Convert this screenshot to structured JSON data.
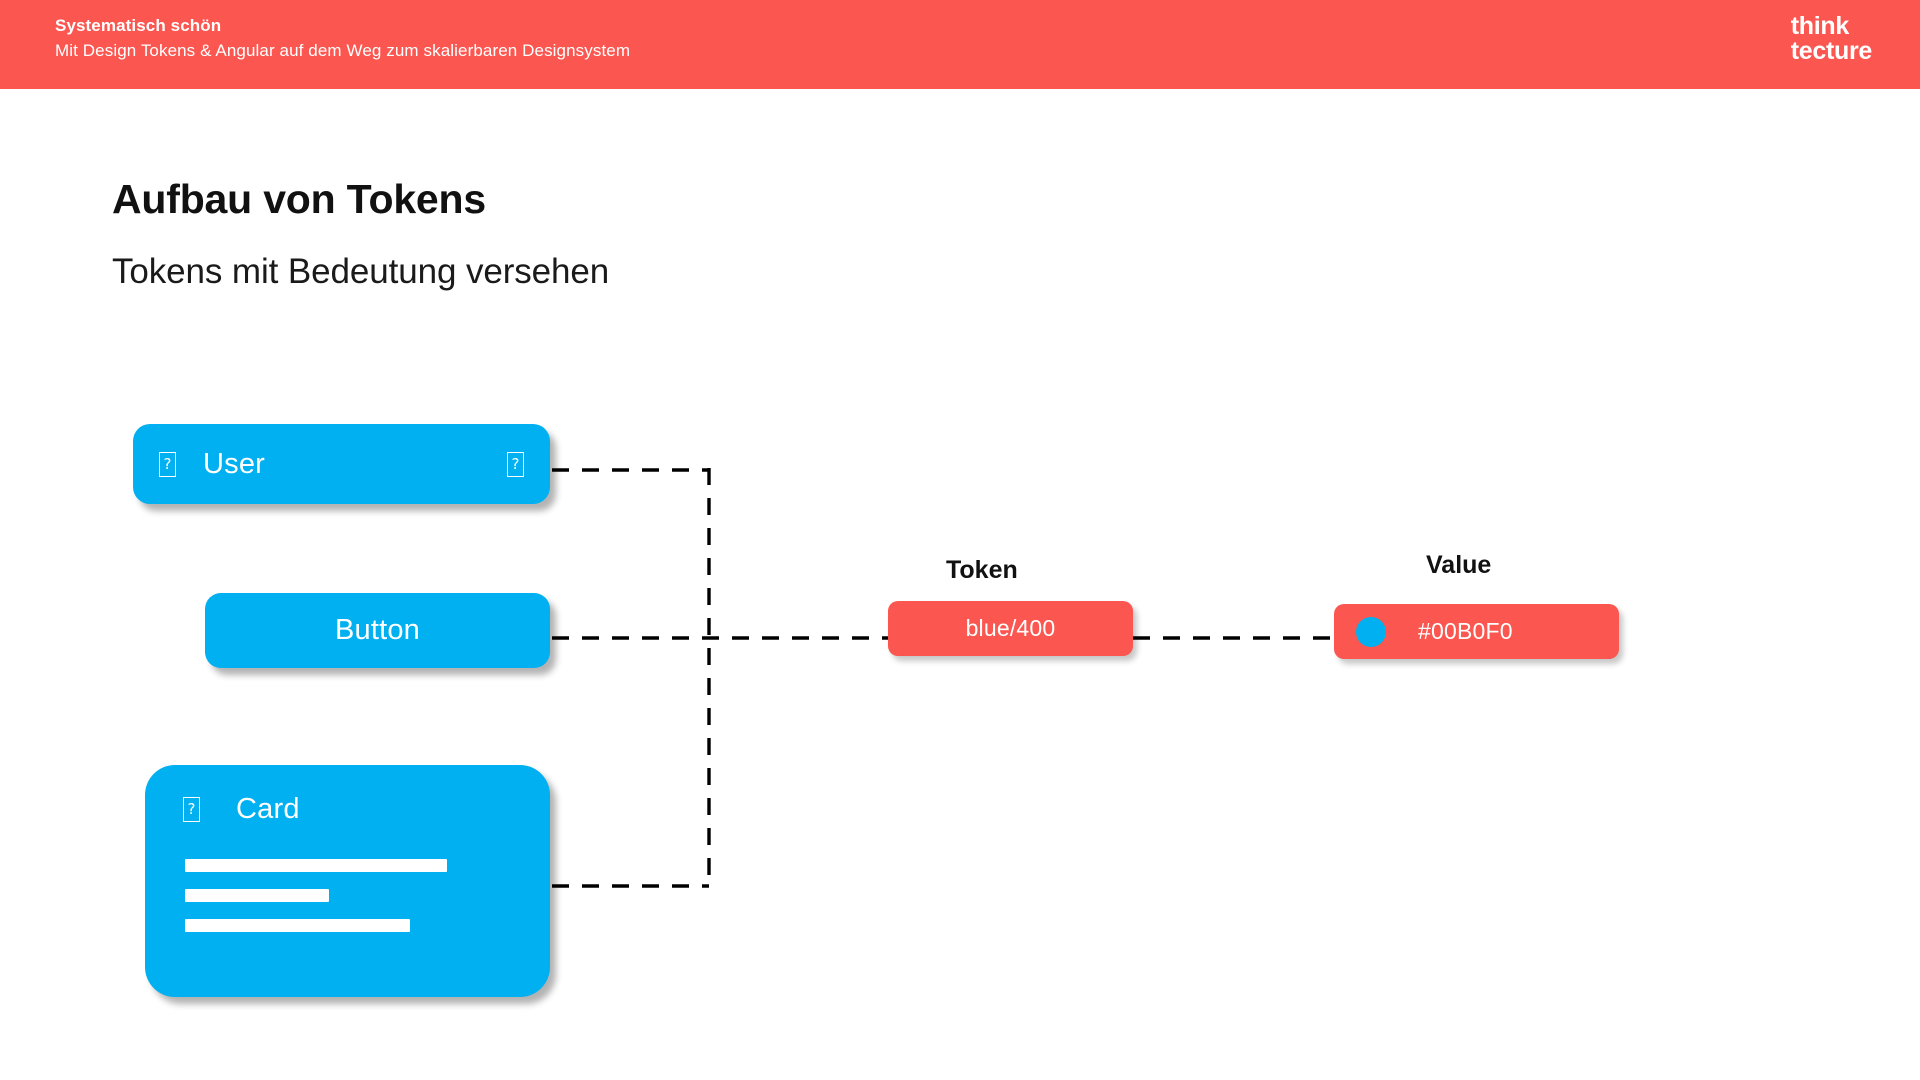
{
  "header": {
    "title": "Systematisch schön",
    "subtitle": "Mit Design Tokens & Angular auf dem Weg zum skalierbaren Designsystem",
    "logo_line1": "think",
    "logo_line2": "tecture",
    "background_color": "#FB5650",
    "text_color": "#FFFFFF"
  },
  "slide": {
    "title": "Aufbau von Tokens",
    "subtitle": "Tokens mit Bedeutung versehen"
  },
  "diagram": {
    "component_color": "#00B0F0",
    "badge_color": "#FB5650",
    "connector_color": "#000000",
    "connector_style": "dashed",
    "components": [
      {
        "id": "user",
        "label": "User",
        "leading_icon": "missing-glyph-icon",
        "trailing_icon": "missing-glyph-icon",
        "glyph": "?"
      },
      {
        "id": "button",
        "label": "Button"
      },
      {
        "id": "card",
        "label": "Card",
        "leading_icon": "missing-glyph-icon",
        "glyph": "?",
        "placeholder_bars": 3
      }
    ],
    "token": {
      "caption": "Token",
      "value": "blue/400"
    },
    "value": {
      "caption": "Value",
      "value": "#00B0F0",
      "swatch_color": "#00B0F0"
    }
  }
}
